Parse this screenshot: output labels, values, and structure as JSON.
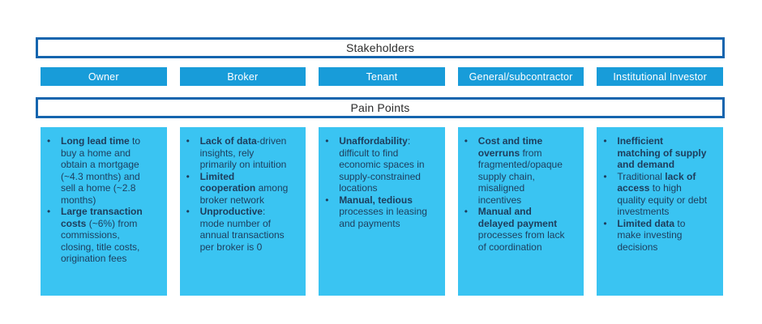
{
  "colors": {
    "band_border": "#1565ae",
    "tab_fill": "#189cd9",
    "box_fill": "#3ac4f2",
    "tab_text": "#ffffff",
    "band_text": "#2b2b2b",
    "body_text": "#1e3d5c"
  },
  "bands": {
    "stakeholders": "Stakeholders",
    "pain_points": "Pain Points"
  },
  "columns": [
    {
      "id": "owner",
      "tab": "Owner",
      "bullets": [
        [
          {
            "text": "Long lead time",
            "bold": true
          },
          {
            "text": " to buy a home and obtain a mortgage (~4.3 months) and sell a home (~2.8 months)",
            "bold": false
          }
        ],
        [
          {
            "text": "Large transaction costs",
            "bold": true
          },
          {
            "text": " (~6%) from commissions, closing, title costs, origination fees",
            "bold": false
          }
        ]
      ]
    },
    {
      "id": "broker",
      "tab": "Broker",
      "bullets": [
        [
          {
            "text": "Lack of data",
            "bold": true
          },
          {
            "text": "-driven insights, rely primarily on intuition",
            "bold": false
          }
        ],
        [
          {
            "text": "Limited cooperation",
            "bold": true
          },
          {
            "text": " among broker network",
            "bold": false
          }
        ],
        [
          {
            "text": "Unproductive",
            "bold": true
          },
          {
            "text": ": mode number of annual transactions per broker is 0",
            "bold": false
          }
        ]
      ]
    },
    {
      "id": "tenant",
      "tab": "Tenant",
      "bullets": [
        [
          {
            "text": "Unaffordability",
            "bold": true
          },
          {
            "text": ": difficult to find economic spaces in supply-constrained locations",
            "bold": false
          }
        ],
        [
          {
            "text": "Manual, tedious",
            "bold": true
          },
          {
            "text": " processes in leasing and payments",
            "bold": false
          }
        ]
      ]
    },
    {
      "id": "general-subcontractor",
      "tab": "General/subcontractor",
      "bullets": [
        [
          {
            "text": "Cost and time overruns",
            "bold": true
          },
          {
            "text": " from fragmented/opaque supply chain, misaligned incentives",
            "bold": false
          }
        ],
        [
          {
            "text": "Manual and delayed payment",
            "bold": true
          },
          {
            "text": " processes from lack of coordination",
            "bold": false
          }
        ]
      ]
    },
    {
      "id": "institutional-investor",
      "tab": "Institutional Investor",
      "bullets": [
        [
          {
            "text": "Inefficient matching of supply and demand",
            "bold": true
          }
        ],
        [
          {
            "text": "Traditional ",
            "bold": false
          },
          {
            "text": "lack of access",
            "bold": true
          },
          {
            "text": " to high quality equity or debt investments",
            "bold": false
          }
        ],
        [
          {
            "text": "Limited data",
            "bold": true
          },
          {
            "text": " to make investing decisions",
            "bold": false
          }
        ]
      ]
    }
  ]
}
